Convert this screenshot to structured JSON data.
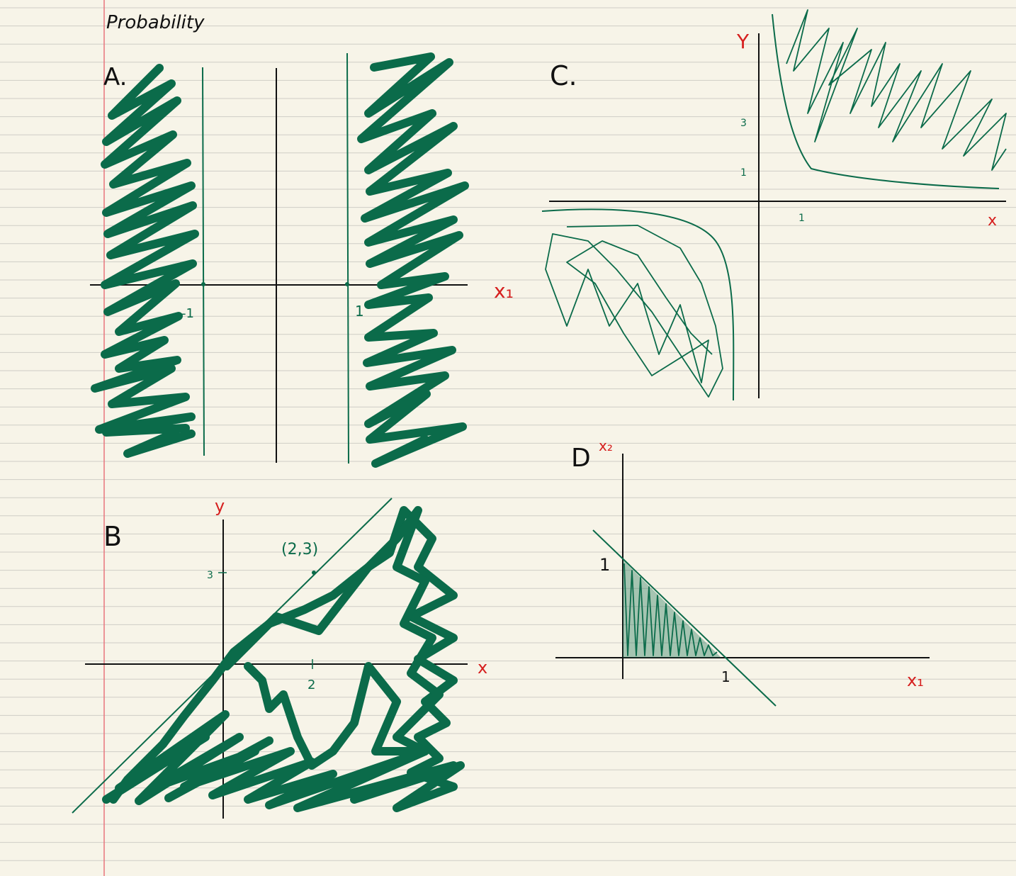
{
  "page": {
    "title": "Probability",
    "paper_color": "#f7f4e8",
    "rule_color": "#cfcdc6",
    "margin_color": "#e8747c"
  },
  "colors": {
    "ink": "#111111",
    "green": "#0b6b4a",
    "red": "#d6201f"
  },
  "panels": {
    "a": {
      "label": "A.",
      "x_axis_label": "x₁",
      "tick_left": "-1",
      "tick_right": "1"
    },
    "b": {
      "label": "B",
      "x_axis_label": "x",
      "y_axis_label": "y",
      "tick_y": "3",
      "tick_x": "2",
      "point_label": "(2,3)"
    },
    "c": {
      "label": "C.",
      "x_axis_label": "x",
      "y_axis_label": "Y",
      "tick_y_upper": "3",
      "tick_y_lower": "1",
      "tick_x": "1"
    },
    "d": {
      "label": "D",
      "x_axis_label": "x₁",
      "y_axis_label": "x₂",
      "tick_y": "1",
      "tick_x": "1"
    }
  }
}
